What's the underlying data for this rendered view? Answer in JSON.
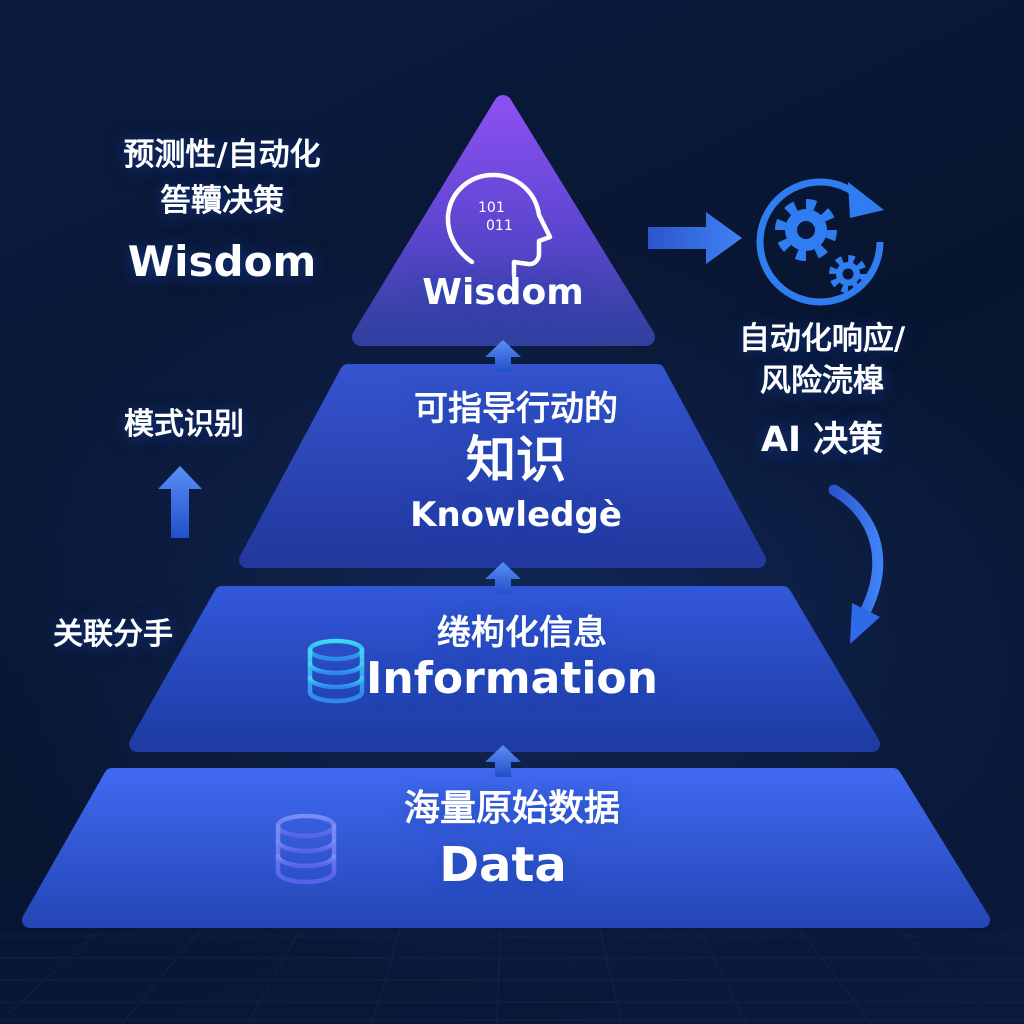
{
  "diagram": {
    "tiers": {
      "wisdom": {
        "en": "Wisdom"
      },
      "knowledge": {
        "zh_line1": "可指导行动的",
        "zh_line2": "知识",
        "en": "Knowledgè"
      },
      "information": {
        "zh": "绻枸化信息",
        "en": "Information"
      },
      "data": {
        "zh": "海量原始数据",
        "en": "Data"
      }
    },
    "left": {
      "caption_line1": "预测性/自动化",
      "caption_line2": "筶韇决策",
      "caption_en": "Wisdom",
      "pattern": "模式识别",
      "association": "关联分手"
    },
    "right": {
      "line1": "自动化响应/",
      "line2": "风险涜槹",
      "line3": "AI 决策"
    },
    "icons": {
      "head_digits_row1": "101",
      "head_digits_row2": "011"
    },
    "colors": {
      "background": "#0a1733",
      "wisdom_top": "#8d4ff2",
      "wisdom_bottom": "#31409f",
      "knowledge_top": "#3453cd",
      "knowledge_bottom": "#22389d",
      "information_top": "#3156d8",
      "information_bottom": "#1f3ca4",
      "data_top": "#3f68ee",
      "data_bottom": "#2547b8",
      "arrow_blue": "#2f6ae8",
      "gear_blue": "#2f7df0",
      "icon_cyan": "#3fd9f2",
      "text": "#ffffff"
    }
  }
}
